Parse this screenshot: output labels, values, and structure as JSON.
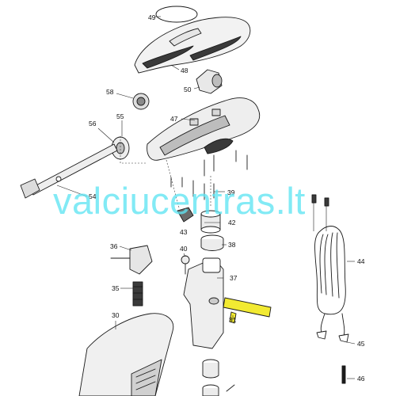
{
  "diagram": {
    "part_numbers": {
      "p49": "49",
      "p48": "48",
      "p50": "50",
      "p58": "58",
      "p55": "55",
      "p56": "56",
      "p47": "47",
      "p54": "54",
      "p39": "39",
      "p42": "42",
      "p43": "43",
      "p38": "38",
      "p40": "40",
      "p36": "36",
      "p37": "37",
      "p35": "35",
      "p31": "31",
      "p30": "30",
      "p44": "44",
      "p45": "45",
      "p46": "46"
    },
    "watermark": "valciucentras.lt",
    "colors": {
      "outline": "#1a1a1a",
      "part_fill": "#f2f2f2",
      "dark_part": "#3a3a3a",
      "highlight": "#f2ea32",
      "watermark": "#5fe4f2"
    }
  }
}
